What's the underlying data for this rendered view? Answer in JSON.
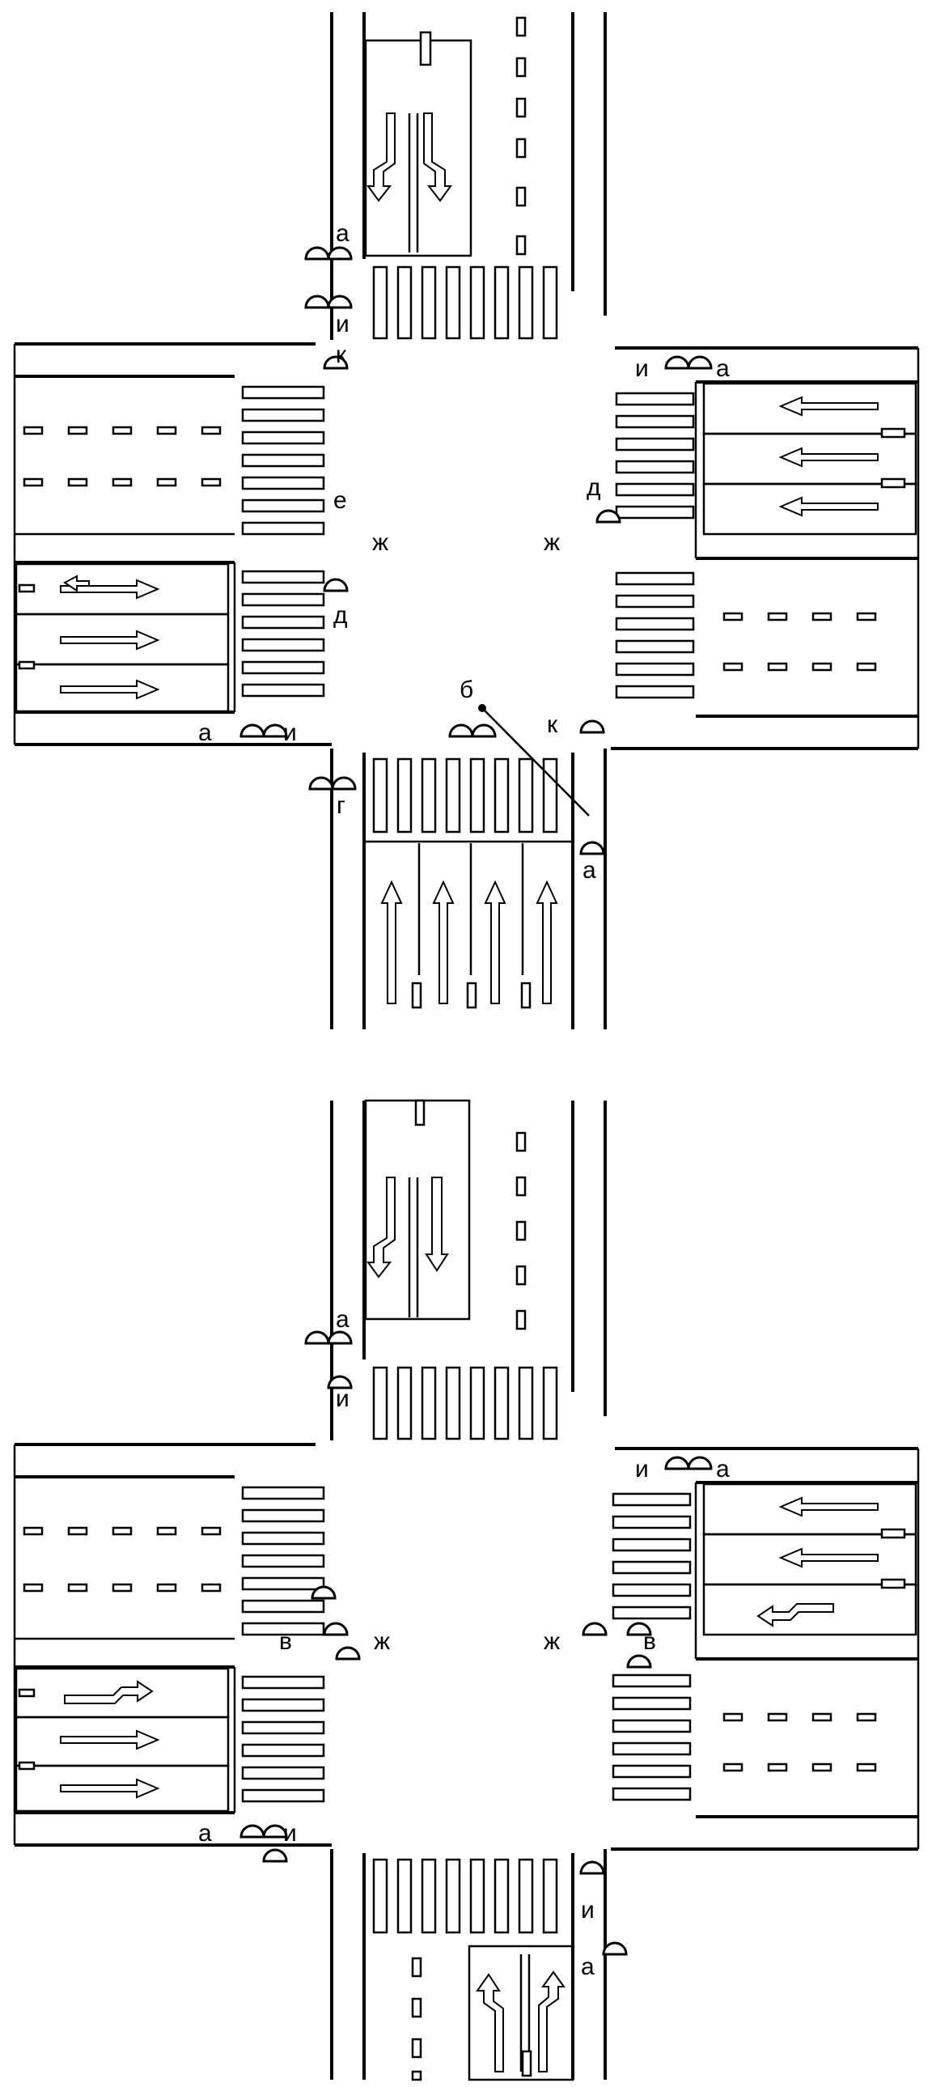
{
  "diagram_top": {
    "labels": {
      "a1": "а",
      "i1": "и",
      "k1": "к",
      "i2": "и",
      "a2": "а",
      "e": "е",
      "zh1": "ж",
      "d1": "д",
      "d2": "д",
      "zh2": "ж",
      "a3": "а",
      "i3": "и",
      "g": "г",
      "b": "б",
      "k2": "к",
      "a4": "а"
    }
  },
  "diagram_bottom": {
    "labels": {
      "a1": "а",
      "i1": "и",
      "i2": "и",
      "a2": "а",
      "v1": "в",
      "zh1": "ж",
      "zh2": "ж",
      "v2": "в",
      "a3": "а",
      "i3": "и",
      "i4": "и",
      "a4": "а"
    }
  }
}
